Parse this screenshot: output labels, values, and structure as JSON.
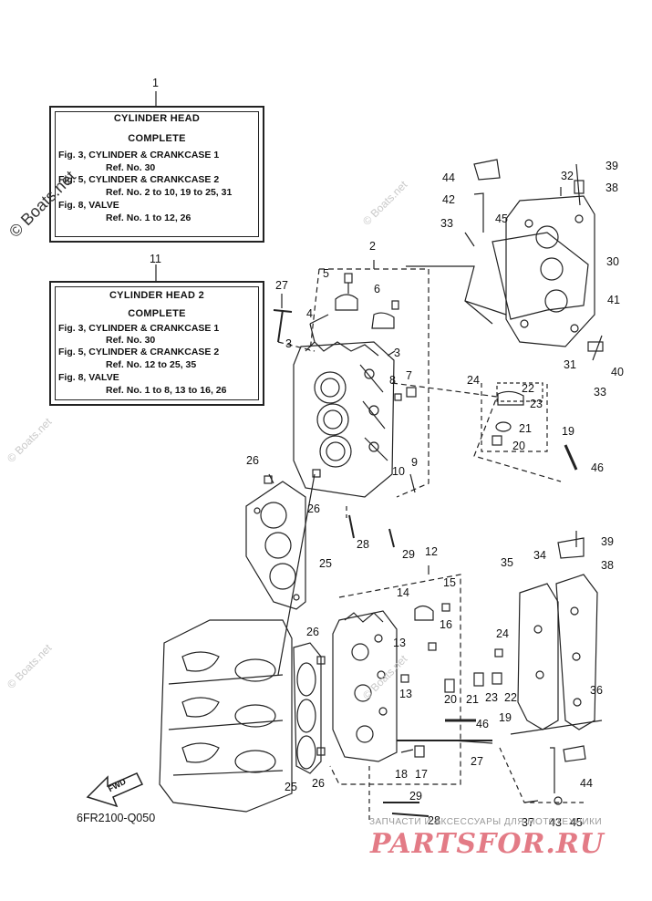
{
  "boxes": [
    {
      "ref": "1",
      "title": "CYLINDER HEAD",
      "subtitle": "COMPLETE",
      "lines": [
        "Fig. 3, CYLINDER & CRANKCASE 1",
        "Ref. No. 30",
        "Fig. 5, CYLINDER & CRANKCASE 2",
        "Ref. No. 2 to 10, 19 to 25, 31",
        "Fig. 8, VALVE",
        "Ref. No. 1 to 12, 26"
      ]
    },
    {
      "ref": "11",
      "title": "CYLINDER  HEAD 2",
      "subtitle": "COMPLETE",
      "lines": [
        "Fig. 3, CYLINDER & CRANKCASE 1",
        "Ref. No. 30",
        "Fig. 5, CYLINDER & CRANKCASE 2",
        "Ref. No. 12 to 25, 35",
        "Fig. 8, VALVE",
        "Ref. No. 1 to 8, 13 to 16, 26"
      ]
    }
  ],
  "callouts": [
    "2",
    "3",
    "3",
    "4",
    "5",
    "6",
    "7",
    "8",
    "9",
    "10",
    "12",
    "13",
    "13",
    "14",
    "15",
    "16",
    "17",
    "18",
    "19",
    "19",
    "20",
    "20",
    "21",
    "21",
    "22",
    "22",
    "23",
    "23",
    "24",
    "24",
    "25",
    "25",
    "26",
    "26",
    "26",
    "26",
    "27",
    "27",
    "28",
    "28",
    "29",
    "29",
    "30",
    "31",
    "32",
    "33",
    "33",
    "34",
    "35",
    "36",
    "37",
    "38",
    "38",
    "39",
    "39",
    "40",
    "41",
    "42",
    "43",
    "44",
    "44",
    "45",
    "45",
    "46",
    "46"
  ],
  "diagram_code": "6FR2100-Q050",
  "fwd_label": "FWD",
  "watermarks": {
    "site": "© Boats.net",
    "site_short": "© Boats.net"
  },
  "footer": {
    "russian_caption": "ЗАПЧАСТИ И АКСЕССУАРЫ ДЛЯ МОТОТЕХНИКИ",
    "brand": "PARTSFOR.RU"
  }
}
